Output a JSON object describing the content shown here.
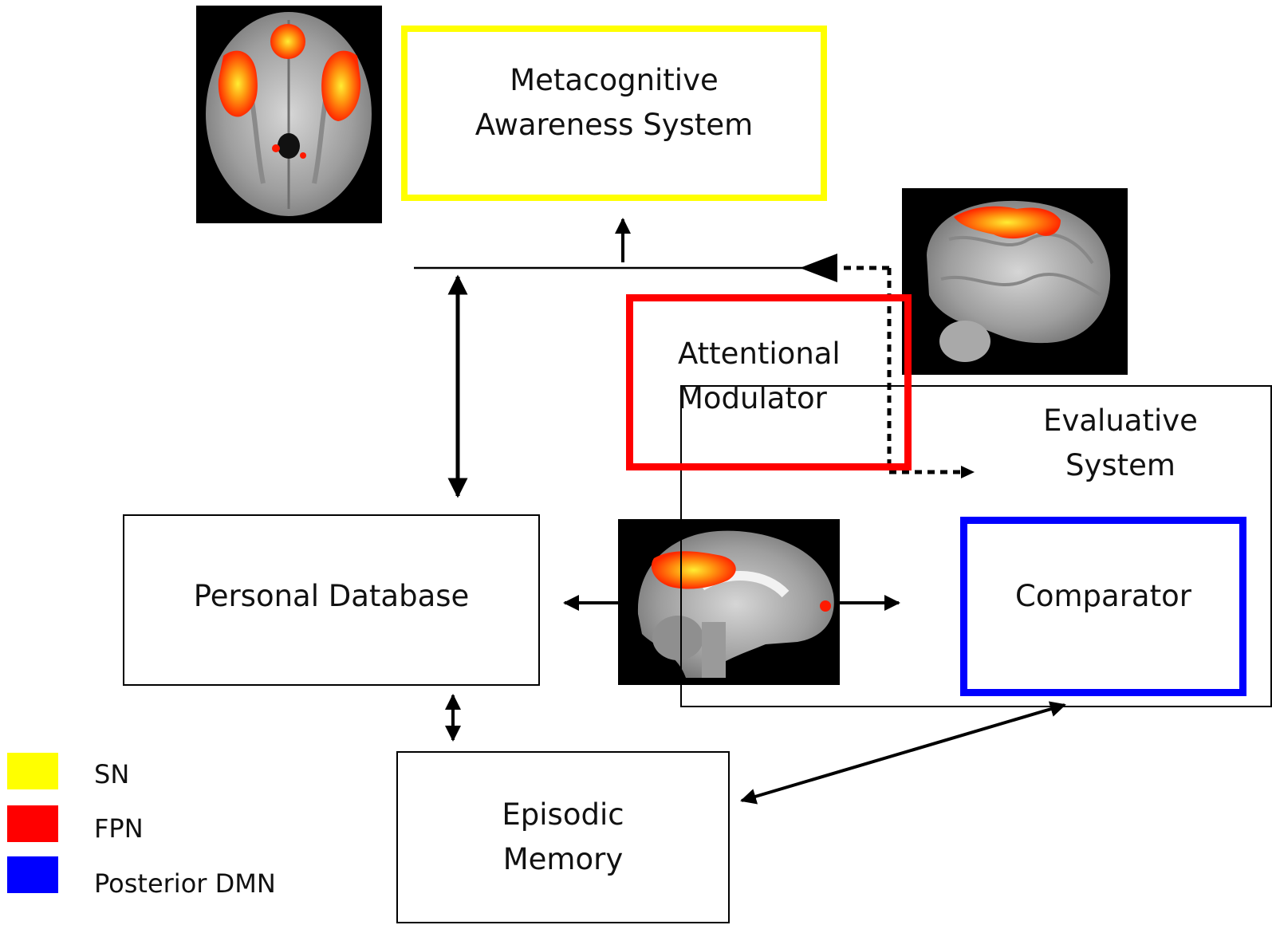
{
  "diagram": {
    "nodes": {
      "metacognitive": {
        "line1": "Metacognitive",
        "line2": "Awareness System",
        "network_color": "#ffff00"
      },
      "attentional": {
        "line1": "Attentional",
        "line2": "Modulator",
        "network_color": "#ff0000"
      },
      "evaluative": {
        "line1": "Evaluative",
        "line2": "System"
      },
      "comparator": {
        "label": "Comparator",
        "network_color": "#0000ff"
      },
      "personal_database": {
        "label": "Personal Database"
      },
      "episodic_memory": {
        "line1": "Episodic",
        "line2": "Memory"
      }
    },
    "legend": [
      {
        "color": "#ffff00",
        "label": "SN"
      },
      {
        "color": "#ff0000",
        "label": "FPN"
      },
      {
        "color": "#0000ff",
        "label": "Posterior DMN"
      }
    ],
    "brain_images": [
      {
        "view": "axial",
        "highlight": "salience-network"
      },
      {
        "view": "sagittal-lateral",
        "highlight": "fronto-parietal-network"
      },
      {
        "view": "sagittal-medial",
        "highlight": "posterior-default-mode-network"
      }
    ]
  }
}
